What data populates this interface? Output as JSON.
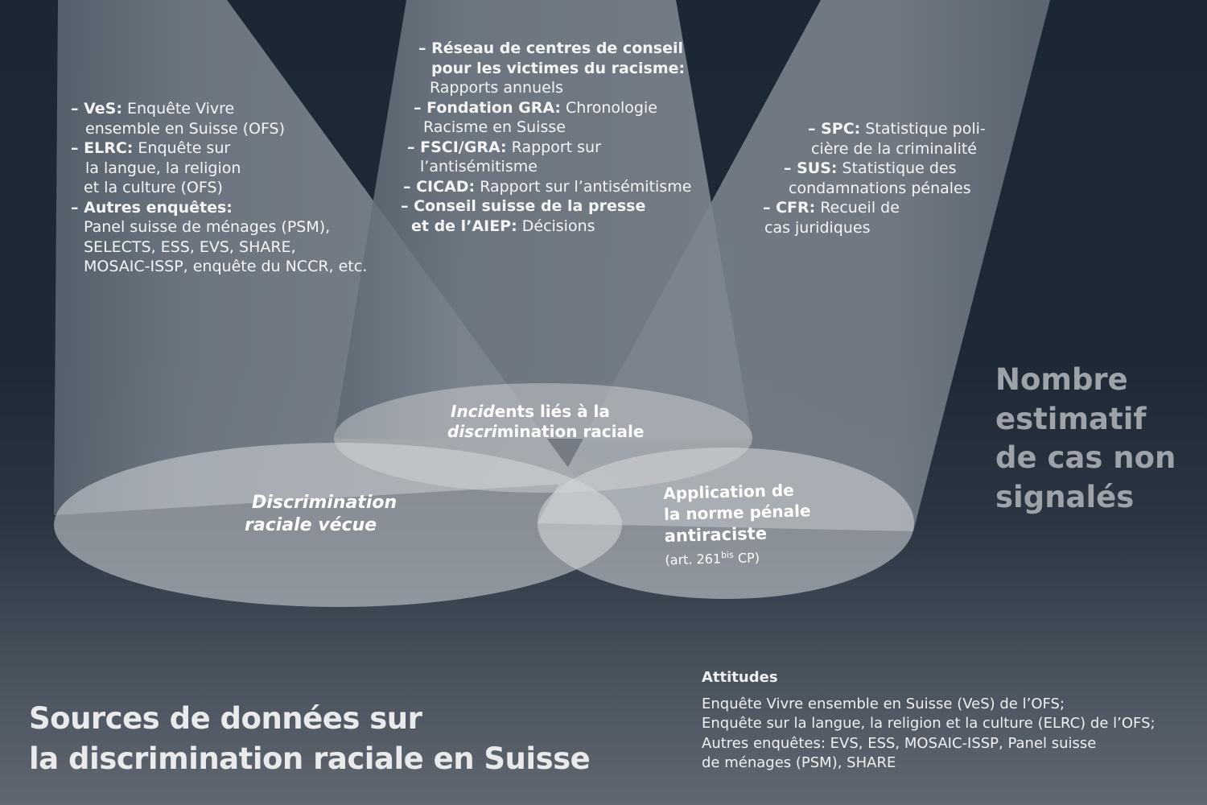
{
  "colors": {
    "background_top": "#1c2734",
    "background_bottom": "#606871",
    "beam": "#c3c8cd",
    "ellipse": "#e4e6e8",
    "text": "#ffffff",
    "secondary_heading": "#9ea3a9"
  },
  "beams": {
    "left": {
      "items": [
        {
          "key": "– VeS:",
          "text": " Enquête Vivre",
          "cont": [
            "ensemble en Suisse (OFS)"
          ]
        },
        {
          "key": "– ELRC:",
          "text": " Enquête sur",
          "cont": [
            "la langue, la religion",
            "et la culture (OFS)"
          ]
        },
        {
          "key": "– Autres enquêtes:",
          "text": "",
          "cont": [
            "Panel suisse de ménages (PSM),",
            "SELECTS, ESS, EVS, SHARE,",
            "MOSAIC-ISSP, enquête du NCCR, etc."
          ]
        }
      ]
    },
    "middle": {
      "items": [
        {
          "key": "– Réseau de centres de conseil",
          "key2": "pour les victimes du racisme:",
          "cont": [
            "Rapports annuels"
          ]
        },
        {
          "key": "– Fondation GRA:",
          "text": " Chronologie",
          "cont": [
            "Racisme en Suisse"
          ]
        },
        {
          "key": "– FSCI/GRA:",
          "text": " Rapport sur",
          "cont": [
            "l’antisémitisme"
          ]
        },
        {
          "key": "– CICAD:",
          "text": " Rapport sur l’antisémitisme",
          "cont": []
        },
        {
          "key": "– Conseil suisse de la presse",
          "key2": "et de l’AIEP:",
          "text2": " Décisions",
          "cont": []
        }
      ]
    },
    "right": {
      "items": [
        {
          "key": "– SPC:",
          "text": " Statistique poli-",
          "cont": [
            "cière de la criminalité"
          ]
        },
        {
          "key": "– SUS:",
          "text": " Statistique des",
          "cont": [
            "condamnations pénales"
          ]
        },
        {
          "key": "– CFR:",
          "text": " Recueil de",
          "cont": [
            "cas juridiques"
          ]
        }
      ]
    }
  },
  "ellipses": {
    "top": {
      "line1_ital": "Incid",
      "line1_rest": "ents liés à la",
      "line2_ital": "discri",
      "line2_rest": "mination raciale"
    },
    "left": {
      "line1": "Discrimination",
      "line2": "raciale vécue"
    },
    "right": {
      "line1": "Application de",
      "line2": "la norme pénale",
      "line3": "antiraciste",
      "note_pre": "(art. 261",
      "note_sup": "bis",
      "note_post": " CP)"
    }
  },
  "side_heading": [
    "Nombre",
    "estimatif",
    "de cas non",
    "signalés"
  ],
  "title": [
    "Sources de données sur",
    "la discrimination raciale en Suisse"
  ],
  "attitudes": {
    "heading": "Attitudes",
    "lines": [
      "Enquête Vivre ensemble en Suisse (VeS) de l’OFS;",
      "Enquête sur la langue, la religion et la culture (ELRC) de l’OFS;",
      "Autres enquêtes: EVS, ESS, MOSAIC-ISSP, Panel suisse",
      "de ménages (PSM), SHARE"
    ]
  }
}
